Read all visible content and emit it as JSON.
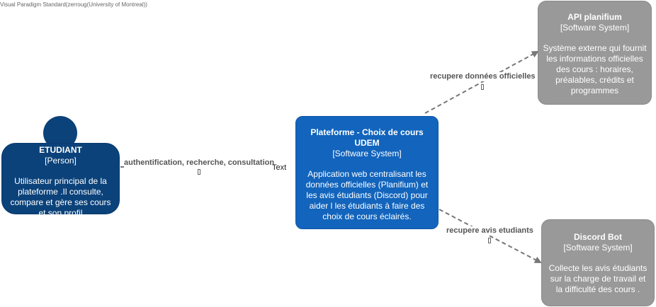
{
  "watermark": "Visual Paradigm Standard(zerroug(University of Montreal))",
  "person": {
    "name": "ETUDIANT",
    "type": "[Person]",
    "description": "Utilisateur principal de la plateforme .Il consulte, compare et gère ses cours et son profil"
  },
  "main_system": {
    "name": "Plateforme - Choix de cours UDEM",
    "type": "[Software System]",
    "description": "Application web centralisant les données officielles (Planifium) et les avis étudiants (Discord) pour aider l les étudiants à faire des choix de cours éclairés."
  },
  "api_system": {
    "name": "API planifium",
    "type": "[Software System]",
    "description": "Système externe qui fournit les informations officielles des cours : horaires, préalables, crédits et programmes"
  },
  "discord_system": {
    "name": "Discord Bot",
    "type": "[Software System]",
    "description": "Collecte les avis étudiants sur la charge de travail et la difficulté des cours ."
  },
  "relations": {
    "person_to_main": "authentification, recherche, consultation",
    "main_to_api": "recupere données officielles",
    "main_to_discord": "recupere avis etudiants",
    "stray_text": "Text"
  },
  "colors": {
    "person": "#0b427a",
    "main_system": "#1264bc",
    "external_system": "#999999",
    "connector": "#777777"
  }
}
